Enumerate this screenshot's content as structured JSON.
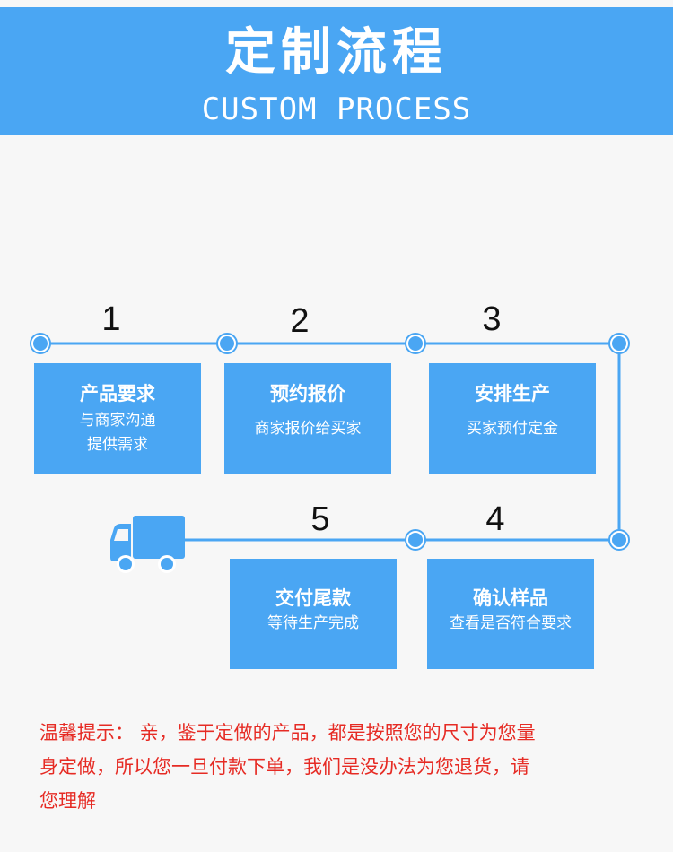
{
  "header": {
    "title": "定制流程",
    "subtitle": "CUSTOM PROCESS"
  },
  "colors": {
    "accent": "#4aa6f3",
    "background": "#f7f7f7",
    "notice_text": "#e62b24"
  },
  "steps": [
    {
      "number": "1",
      "title": "产品要求",
      "desc_line1": "与商家沟通",
      "desc_line2": "提供需求"
    },
    {
      "number": "2",
      "title": "预约报价",
      "desc_line1": "商家报价给买家",
      "desc_line2": ""
    },
    {
      "number": "3",
      "title": "安排生产",
      "desc_line1": "买家预付定金",
      "desc_line2": ""
    },
    {
      "number": "4",
      "title": "确认样品",
      "desc_line1": "查看是否符合要求",
      "desc_line2": ""
    },
    {
      "number": "5",
      "title": "交付尾款",
      "desc_line1": "等待生产完成",
      "desc_line2": ""
    }
  ],
  "truck_icon": "delivery-truck-icon",
  "notice": {
    "line1": "温馨提示： 亲，鉴于定做的产品，都是按照您的尺寸为您量",
    "line2": "身定做，所以您一旦付款下单，我们是没办法为您退货，请",
    "line3": "您理解"
  }
}
